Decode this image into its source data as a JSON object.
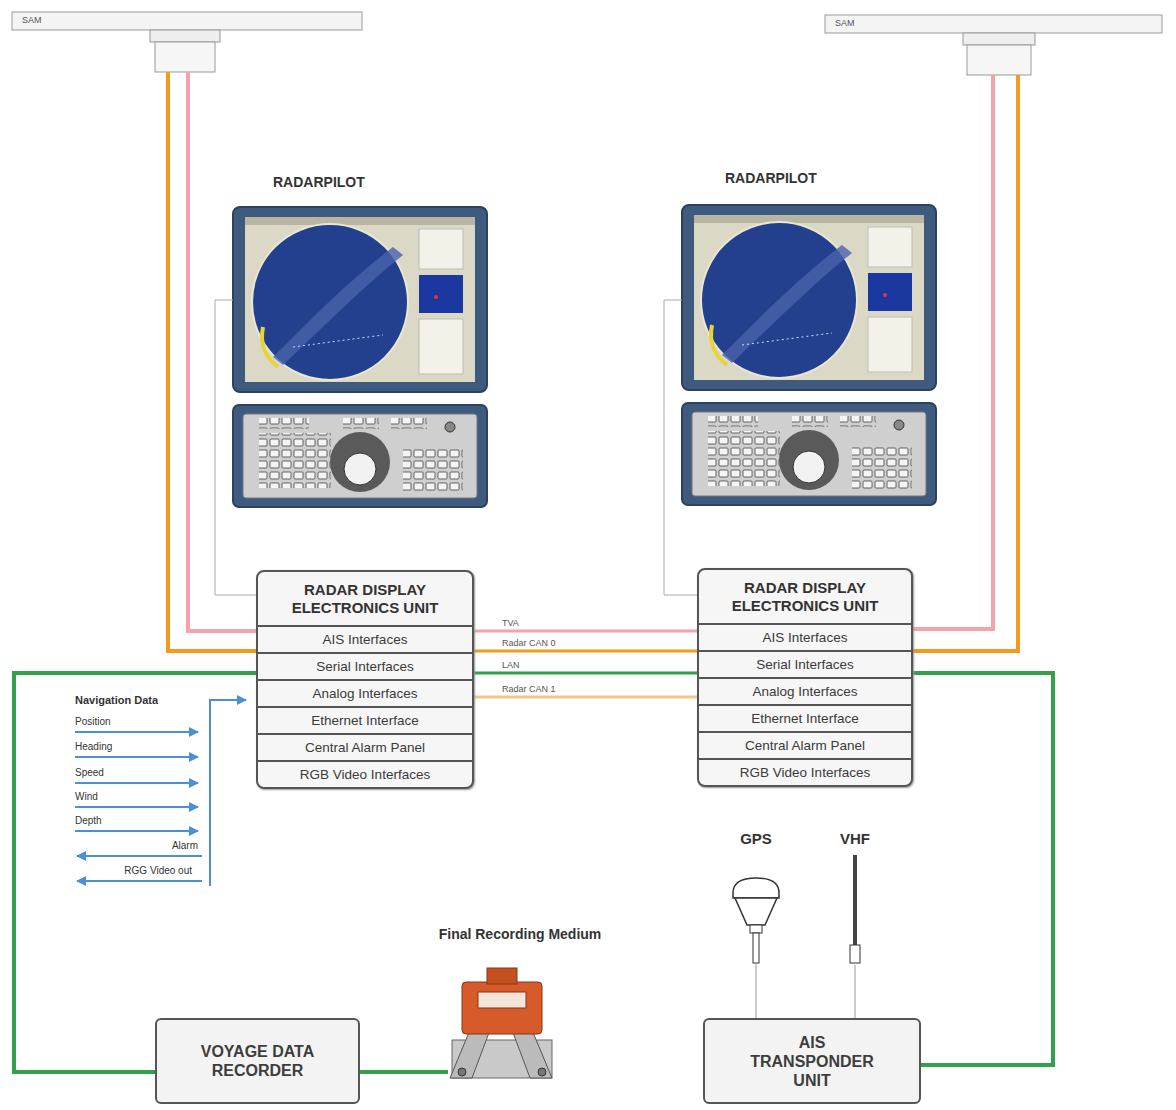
{
  "diagram": {
    "nodes": [
      {
        "text": [
          "SAM"
        ]
      },
      {
        "text": [
          "SAM"
        ]
      },
      {
        "text": [
          "RADARPILOT"
        ]
      },
      {
        "text": [
          "RADARPILOT"
        ]
      },
      {
        "text": [
          "RADAR DISPLAY ELECTRONICS UNIT"
        ]
      },
      {
        "text": [
          "AIS Interfaces"
        ],
        "in": 4
      },
      {
        "text": [
          "Serial Interfaces"
        ],
        "in": 4
      },
      {
        "text": [
          "Analog Interfaces"
        ],
        "in": 4
      },
      {
        "text": [
          "Ethernet Interface"
        ],
        "in": 4
      },
      {
        "text": [
          "Central Alarm Panel"
        ],
        "in": 4
      },
      {
        "text": [
          "RGB Video Interfaces"
        ],
        "in": 4
      },
      {
        "text": [
          "RADAR DISPLAY ELECTRONICS UNIT"
        ]
      },
      {
        "text": [
          "AIS Interfaces"
        ],
        "in": 11
      },
      {
        "text": [
          "Serial Interfaces"
        ],
        "in": 11
      },
      {
        "text": [
          "Analog Interfaces"
        ],
        "in": 11
      },
      {
        "text": [
          "Ethernet Interface"
        ],
        "in": 11
      },
      {
        "text": [
          "Central Alarm Panel"
        ],
        "in": 11
      },
      {
        "text": [
          "RGB Video Interfaces"
        ],
        "in": 11
      },
      {
        "text": [
          "GPS"
        ]
      },
      {
        "text": [
          "VHF"
        ]
      },
      {
        "text": [
          "Final Recording Medium"
        ]
      },
      {
        "text": [
          "VOYAGE DATA RECORDER"
        ]
      },
      {
        "text": [
          "AIS TRANSPONDER UNIT"
        ]
      }
    ],
    "edges": [
      {
        "from": 0,
        "to": 4,
        "arrow": "none"
      },
      {
        "from": 0,
        "to": 4,
        "arrow": "none"
      },
      {
        "from": 4,
        "to": 11,
        "label": "TVA",
        "arrow": "none"
      },
      {
        "from": 4,
        "to": 11,
        "label": "Radar CAN 0",
        "arrow": "none"
      },
      {
        "from": 4,
        "to": 11,
        "label": "LAN",
        "arrow": "none"
      },
      {
        "from": 4,
        "to": 11,
        "label": "Radar CAN 1",
        "arrow": "none"
      },
      {
        "from": 11,
        "to": 1,
        "arrow": "none"
      },
      {
        "from": 11,
        "to": 1,
        "arrow": "none"
      },
      {
        "from": 2,
        "to": 4,
        "arrow": "none"
      },
      {
        "from": 3,
        "to": 11,
        "arrow": "none"
      },
      {
        "from": 4,
        "to": 21,
        "arrow": "none"
      },
      {
        "from": 21,
        "to": 20,
        "arrow": "none"
      },
      {
        "from": 11,
        "to": 22,
        "arrow": "none"
      },
      {
        "from": 18,
        "to": 22,
        "arrow": "none"
      },
      {
        "from": 19,
        "to": 22,
        "arrow": "none"
      }
    ],
    "labels": [
      "Navigation Data",
      "Position",
      "Heading",
      "Speed",
      "Wind",
      "Depth",
      "Alarm",
      "RGG Video out"
    ]
  }
}
